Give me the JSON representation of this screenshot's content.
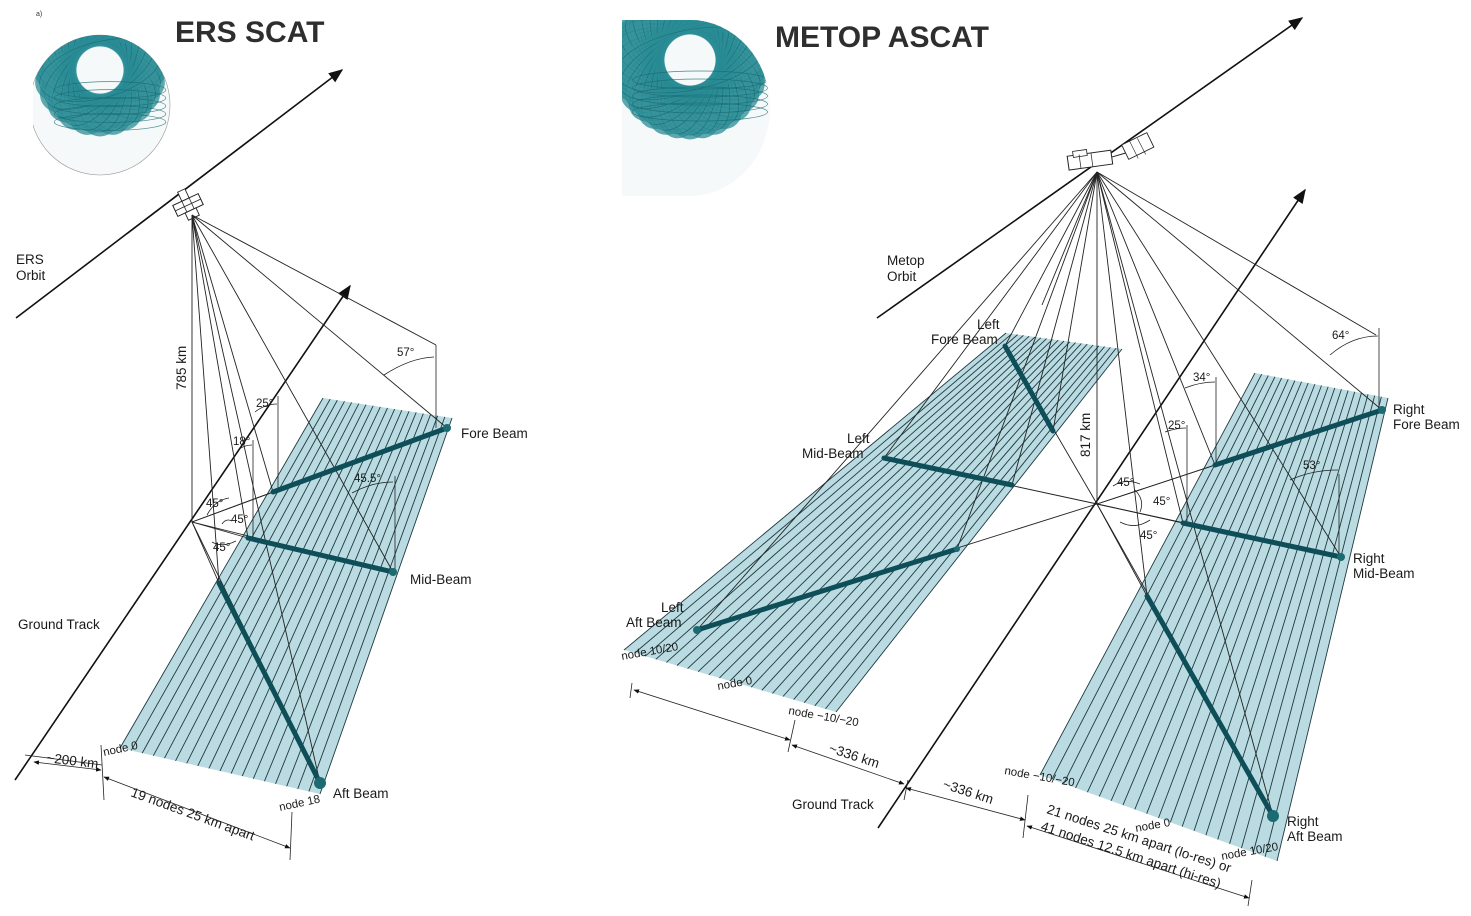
{
  "left_panel": {
    "title": "ERS SCAT",
    "globe_tag": "a)",
    "orbit_label": [
      "ERS",
      "Orbit"
    ],
    "ground_track_label": "Ground Track",
    "altitude_label": "785 km",
    "angles": {
      "fore_incidence": "57°",
      "mid_incidence": "25°",
      "aft_incidence": "18°",
      "fore_offset": "45.5°",
      "az_fore": "45°",
      "az_mid": "45°",
      "az_aft": "45°"
    },
    "beams": {
      "fore": "Fore Beam",
      "mid": "Mid-Beam",
      "aft": "Aft Beam"
    },
    "nodes": {
      "first": "node 0",
      "last": "node 18"
    },
    "distance_label": "~200 km",
    "swath_label": "19 nodes 25 km apart"
  },
  "right_panel": {
    "title": "METOP ASCAT",
    "orbit_label": [
      "Metop",
      "Orbit"
    ],
    "ground_track_label": "Ground Track",
    "altitude_label": "817 km",
    "angles": {
      "fore_incidence": "64°",
      "mid_incidence": "34°",
      "aft_incidence": "25°",
      "fore_offset": "53°",
      "az_fore": "45°",
      "az_mid": "45°",
      "az_aft": "45°"
    },
    "left_beams": {
      "fore": [
        "Left",
        "Fore Beam"
      ],
      "mid": [
        "Left",
        "Mid-Beam"
      ],
      "aft": [
        "Left",
        "Aft Beam"
      ]
    },
    "right_beams": {
      "fore": [
        "Right",
        "Fore Beam"
      ],
      "mid": [
        "Right",
        "Mid-Beam"
      ],
      "aft": [
        "Right",
        "Aft Beam"
      ]
    },
    "left_nodes": {
      "outer": "node 10/20",
      "center": "node 0",
      "inner": "node −10/−20"
    },
    "right_nodes": {
      "inner": "node −10/−20",
      "center": "node 0",
      "outer": "node 10/20"
    },
    "gap_label": "~336 km",
    "left_swath_label": "~336 km",
    "swath_label": [
      "21 nodes 25 km apart (lo-res) or",
      "41 nodes 12.5 km apart (hi-res)"
    ]
  },
  "colors": {
    "swath": "#b9dbe1",
    "beam": "#0e4e58",
    "globe": "#2a8c96",
    "text": "#1a1a1a",
    "title": "#2e2e2e"
  }
}
